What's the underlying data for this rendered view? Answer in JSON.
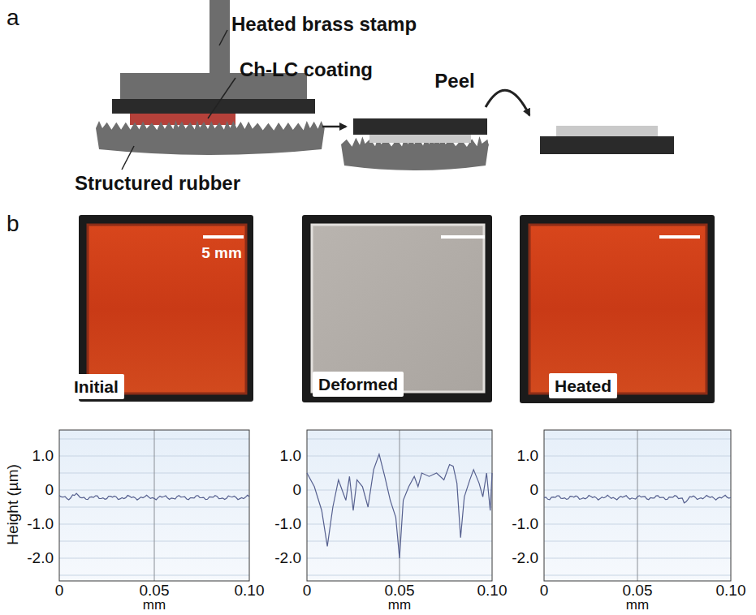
{
  "diagram": {
    "nodes": [
      {
        "text": [
          "Initial"
        ]
      },
      {
        "text": [
          "Deformed"
        ]
      },
      {
        "text": [
          "Heated"
        ]
      }
    ],
    "labels": [
      "a",
      "Heated brass stamp",
      "Ch-LC coating",
      "Peel",
      "Structured rubber",
      "b",
      "5 mm",
      "Height (µm)",
      "1.0",
      "0",
      "-1.0",
      "-2.0",
      "0",
      "0.05",
      "0.10",
      "mm",
      "1.0",
      "0",
      "-1.0",
      "-2.0",
      "0",
      "0.05",
      "0.10",
      "mm",
      "1.0",
      "0",
      "-1.0",
      "-2.0",
      "0",
      "0.05",
      "0.10",
      "mm"
    ]
  }
}
